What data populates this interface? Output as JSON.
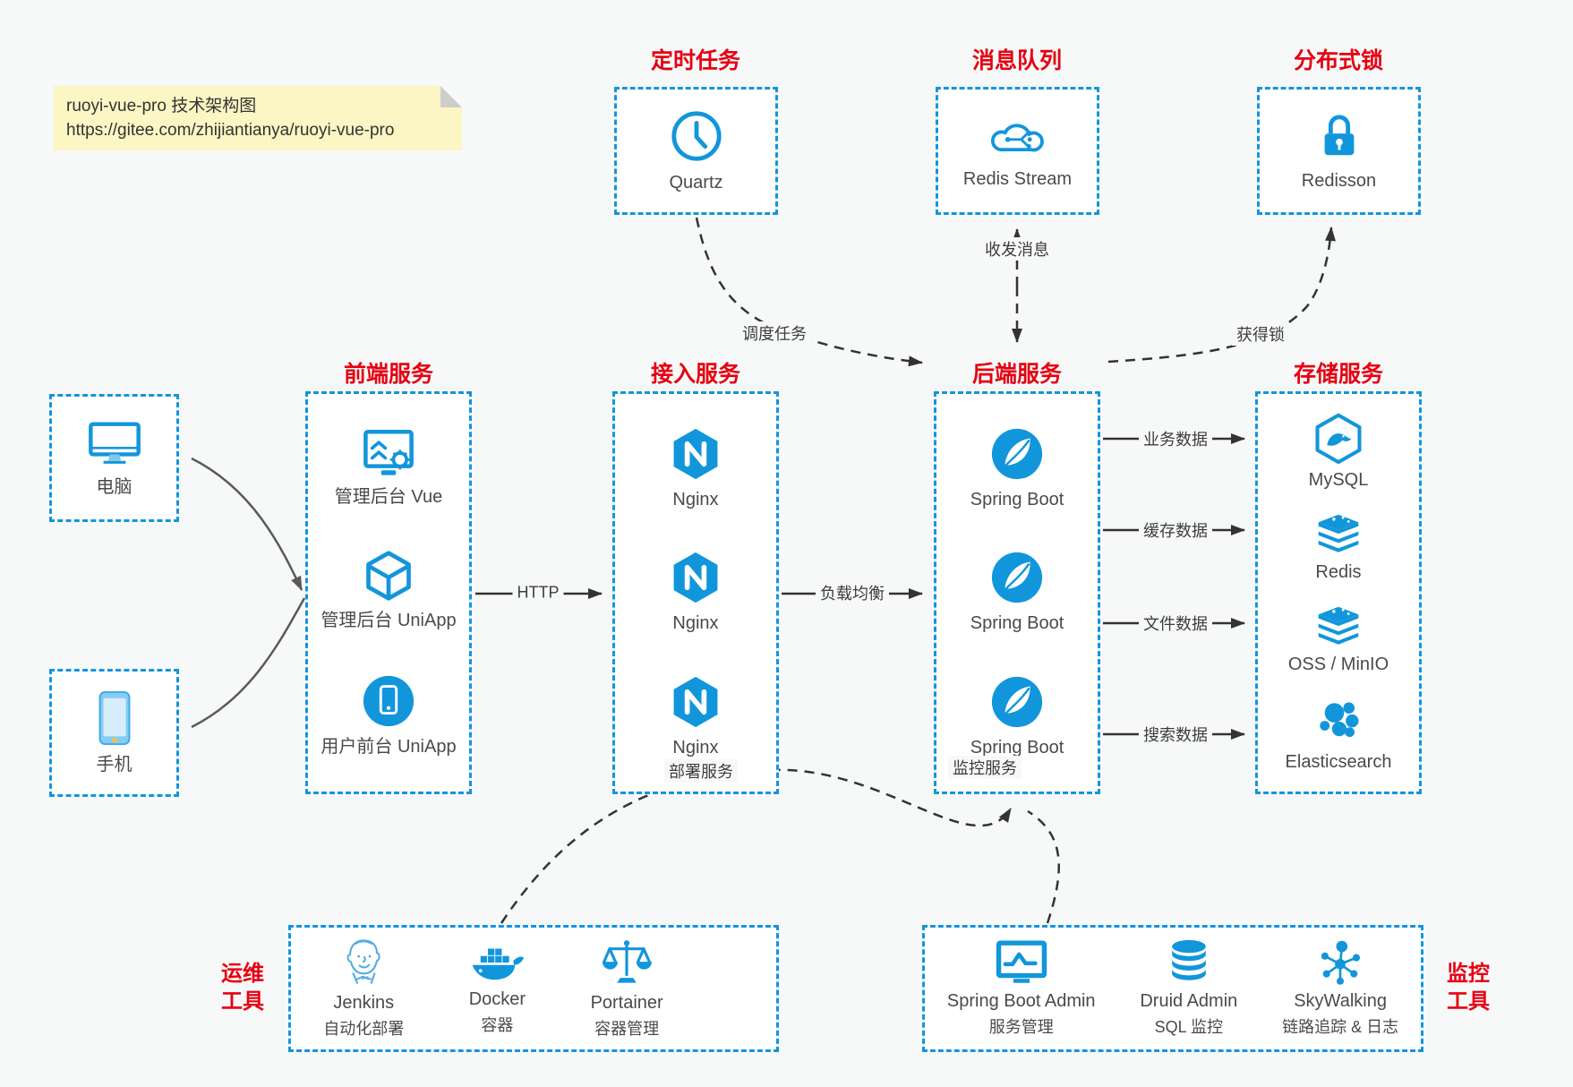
{
  "note": {
    "line1": "ruoyi-vue-pro 技术架构图",
    "line2": "https://gitee.com/zhijiantianya/ruoyi-vue-pro"
  },
  "colors": {
    "accent_blue": "#1296db",
    "title_red": "#e60012",
    "line_dark": "#333333",
    "device_line_gray": "#666666",
    "note_bg": "#fbf6c3",
    "page_bg": "#f7f8f8"
  },
  "top_groups": [
    {
      "title": "定时任务",
      "label": "Quartz"
    },
    {
      "title": "消息队列",
      "label": "Redis Stream"
    },
    {
      "title": "分布式锁",
      "label": "Redisson"
    }
  ],
  "devices": [
    {
      "label": "电脑"
    },
    {
      "label": "手机"
    }
  ],
  "columns": [
    {
      "title": "前端服务",
      "items": [
        {
          "label": "管理后台 Vue"
        },
        {
          "label": "管理后台 UniApp"
        },
        {
          "label": "用户前台 UniApp"
        }
      ]
    },
    {
      "title": "接入服务",
      "items": [
        {
          "label": "Nginx"
        },
        {
          "label": "Nginx"
        },
        {
          "label": "Nginx"
        }
      ]
    },
    {
      "title": "后端服务",
      "items": [
        {
          "label": "Spring Boot"
        },
        {
          "label": "Spring Boot"
        },
        {
          "label": "Spring Boot"
        }
      ]
    },
    {
      "title": "存储服务",
      "items": [
        {
          "label": "MySQL"
        },
        {
          "label": "Redis"
        },
        {
          "label": "OSS / MinIO"
        },
        {
          "label": "Elasticsearch"
        }
      ]
    }
  ],
  "ops": {
    "title_line1": "运维",
    "title_line2": "工具",
    "items": [
      {
        "label": "Jenkins",
        "sub": "自动化部署"
      },
      {
        "label": "Docker",
        "sub": "容器"
      },
      {
        "label": "Portainer",
        "sub": "容器管理"
      }
    ]
  },
  "monitoring": {
    "title_line1": "监控",
    "title_line2": "工具",
    "items": [
      {
        "label": "Spring Boot Admin",
        "sub": "服务管理"
      },
      {
        "label": "Druid Admin",
        "sub": "SQL 监控"
      },
      {
        "label": "SkyWalking",
        "sub": "链路追踪 & 日志"
      }
    ]
  },
  "edges": {
    "schedule": "调度任务",
    "messaging": "收发消息",
    "lock": "获得锁",
    "http": "HTTP",
    "load_balance": "负载均衡",
    "business_data": "业务数据",
    "cache_data": "缓存数据",
    "file_data": "文件数据",
    "search_data": "搜索数据",
    "deploy": "部署服务",
    "monitor": "监控服务"
  }
}
